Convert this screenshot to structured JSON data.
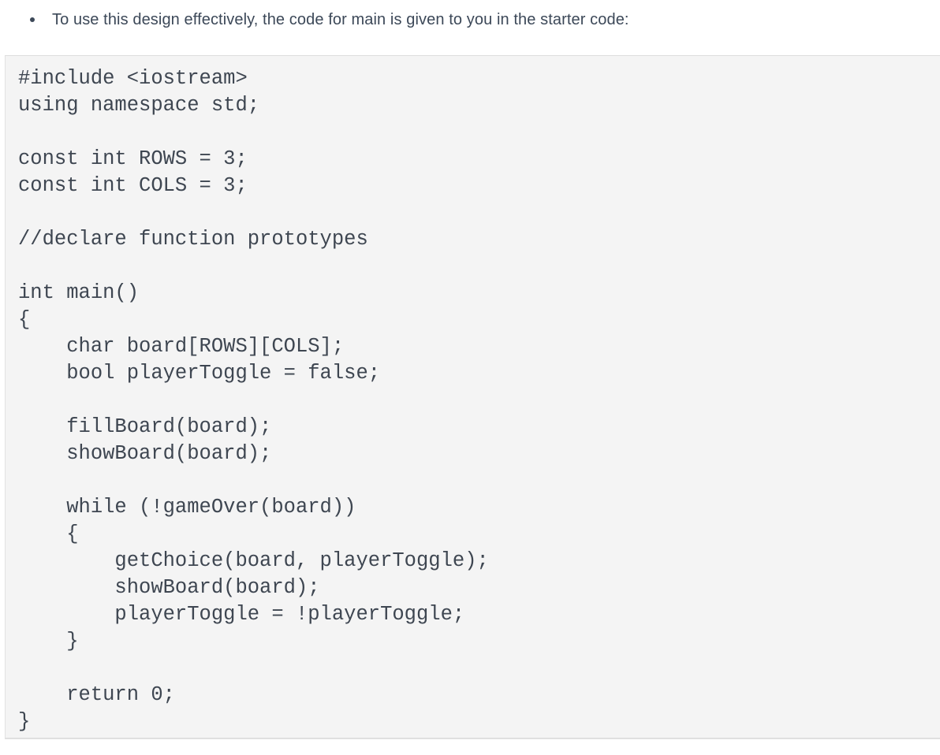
{
  "page": {
    "background_color": "#ffffff",
    "text_color": "#3c4858"
  },
  "instruction": {
    "bullet_text": "To use this design effectively, the code for main is given to you in the starter code:",
    "bullet_glyph": "•"
  },
  "code_block": {
    "language": "cpp",
    "background_color": "#f4f4f4",
    "border_color": "#dddddd",
    "text_color": "#3e4651",
    "lines": [
      "#include <iostream>",
      "using namespace std;",
      "",
      "const int ROWS = 3;",
      "const int COLS = 3;",
      "",
      "//declare function prototypes",
      "",
      "int main()",
      "{",
      "    char board[ROWS][COLS];",
      "    bool playerToggle = false;",
      "",
      "    fillBoard(board);",
      "    showBoard(board);",
      "",
      "    while (!gameOver(board))",
      "    {",
      "        getChoice(board, playerToggle);",
      "        showBoard(board);",
      "        playerToggle = !playerToggle;",
      "    }",
      "",
      "    return 0;",
      "}"
    ]
  }
}
